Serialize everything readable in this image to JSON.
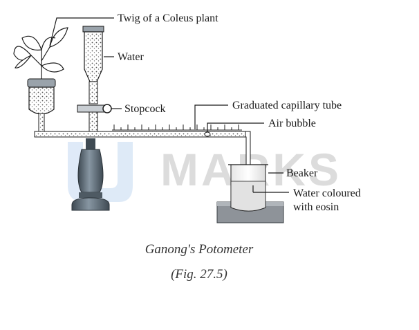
{
  "labels": {
    "twig": "Twig of a Coleus plant",
    "water": "Water",
    "stopcock": "Stopcock",
    "capillary": "Graduated capillary tube",
    "air_bubble": "Air bubble",
    "beaker": "Beaker",
    "eosin_line1": "Water coloured",
    "eosin_line2": "with eosin"
  },
  "caption": {
    "title": "Ganong's Potometer",
    "fig": "(Fig. 27.5)"
  },
  "watermark": "MARKS",
  "colors": {
    "stand": "#6f7f8c",
    "stand_dark": "#3f4a53",
    "watermark_blue": "#dbe8f7",
    "watermark_gray": "#d9d9d9",
    "tray": "#8e9399"
  }
}
